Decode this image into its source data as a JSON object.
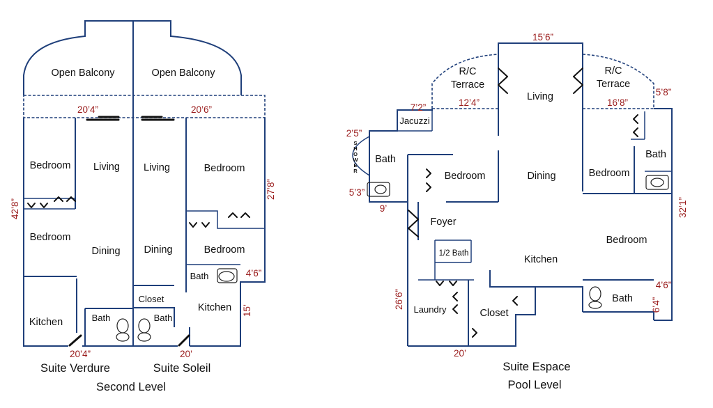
{
  "second_level": {
    "rooms": {
      "open_balcony_left": "Open Balcony",
      "open_balcony_right": "Open Balcony",
      "bedroom_verdure_upper": "Bedroom",
      "living_verdure": "Living",
      "living_soleil": "Living",
      "bedroom_soleil_upper": "Bedroom",
      "bedroom_verdure_lower": "Bedroom",
      "dining_verdure": "Dining",
      "dining_soleil": "Dining",
      "bedroom_soleil_lower": "Bedroom",
      "bath_soleil_small": "Bath",
      "closet_soleil": "Closet",
      "kitchen_soleil": "Kitchen",
      "kitchen_verdure": "Kitchen",
      "bath_verdure": "Bath",
      "bath_soleil": "Bath"
    },
    "dimensions": {
      "verdure_width_top": "20’4”",
      "soleil_width_top": "20’6”",
      "verdure_depth": "42’8”",
      "soleil_bedroom_depth": "27’8”",
      "soleil_bath_depth": "4’6”",
      "soleil_kitchen_depth": "15’",
      "verdure_width_bottom": "20’4”",
      "soleil_width_bottom": "20’"
    },
    "captions": {
      "suite_verdure": "Suite Verdure",
      "suite_soleil": "Suite Soleil",
      "level": "Second Level"
    }
  },
  "pool_level": {
    "rooms": {
      "terrace_left": [
        "R/C",
        "Terrace"
      ],
      "terrace_right": [
        "R/C",
        "Terrace"
      ],
      "living": "Living",
      "jacuzzi": "Jacuzzi",
      "shower": [
        "S",
        "H",
        "O",
        "W",
        "E",
        "R"
      ],
      "bath_left": "Bath",
      "bedroom_left": "Bedroom",
      "dining": "Dining",
      "bedroom_right_upper": "Bedroom",
      "bath_right_upper": "Bath",
      "foyer": "Foyer",
      "half_bath": "1/2 Bath",
      "kitchen": "Kitchen",
      "bedroom_right_lower": "Bedroom",
      "laundry": "Laundry",
      "closet": "Closet",
      "bath_right_lower": "Bath"
    },
    "dimensions": {
      "living_width": "15’6”",
      "terrace_left_width": "12’4”",
      "terrace_right_width": "16’8”",
      "terrace_right_depth": "5’8”",
      "jacuzzi_width": "7’2”",
      "shower_depth": "2’5”",
      "bath_depth": "5’3”",
      "bath_width": "9’",
      "right_depth": "32’1”",
      "left_depth": "26’6”",
      "bath_lower_depth_a": "4’6”",
      "bath_lower_depth_b": "6’4”",
      "bottom_width": "20’"
    },
    "captions": {
      "suite": "Suite Espace",
      "level": "Pool Level"
    }
  }
}
